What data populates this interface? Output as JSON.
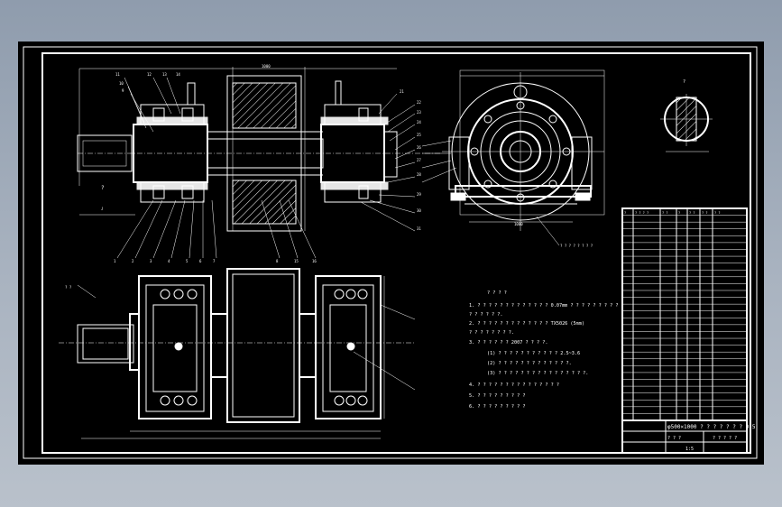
{
  "notes": {
    "heading": "? ? ? ?",
    "lines": [
      "1. ? ? ? ? ? ? ? ? ? ? ? ? ? 0.07mm ? ? ? ? ? ? ? ? ?",
      "   ? ? ? ? ? ?.",
      "2. ? ? ? ? ? ? ? ? ? ? ? ? ? TX5026 (5mm)",
      "   ? ? ? ? ? ? ? ?.",
      "3. ? ? ? ? ? ? 2007 ? ? ? ?.",
      "(1) ? ? ? ? ? ? ? ? ? ? ? 2.5~3.6",
      "(2) ? ? ? ? ? ? ? ? ? ? ? ? ?.",
      "(3) ? ? ? ? ? ? ? ? ? ? ? ? ? ? ? ?.",
      "4. ? ? ? ? ? ? ? ? ? ? ? ? ? ? ?",
      "5. ? ? ? ? ? ? ? ? ?",
      "6. ? ? ? ? ? ? ? ? ?"
    ]
  },
  "title_block": {
    "drawing_title": "φ500×1000 ? ? ? ? ? ? ? 0.5",
    "drawing_subtitle": "? ? ?",
    "company": "? ? ? ? ?",
    "scale": "1:5"
  },
  "bom_header": [
    "?",
    "? ? ? ?",
    "? ?",
    "?",
    "? ?",
    "? ?",
    "? ?"
  ],
  "bom_rows": 30,
  "leader_labels": {
    "a": "?",
    "b": "?",
    "dim1": "1000",
    "dim2": "1000",
    "callout": "? ? ? ? ? ? ? ?"
  }
}
